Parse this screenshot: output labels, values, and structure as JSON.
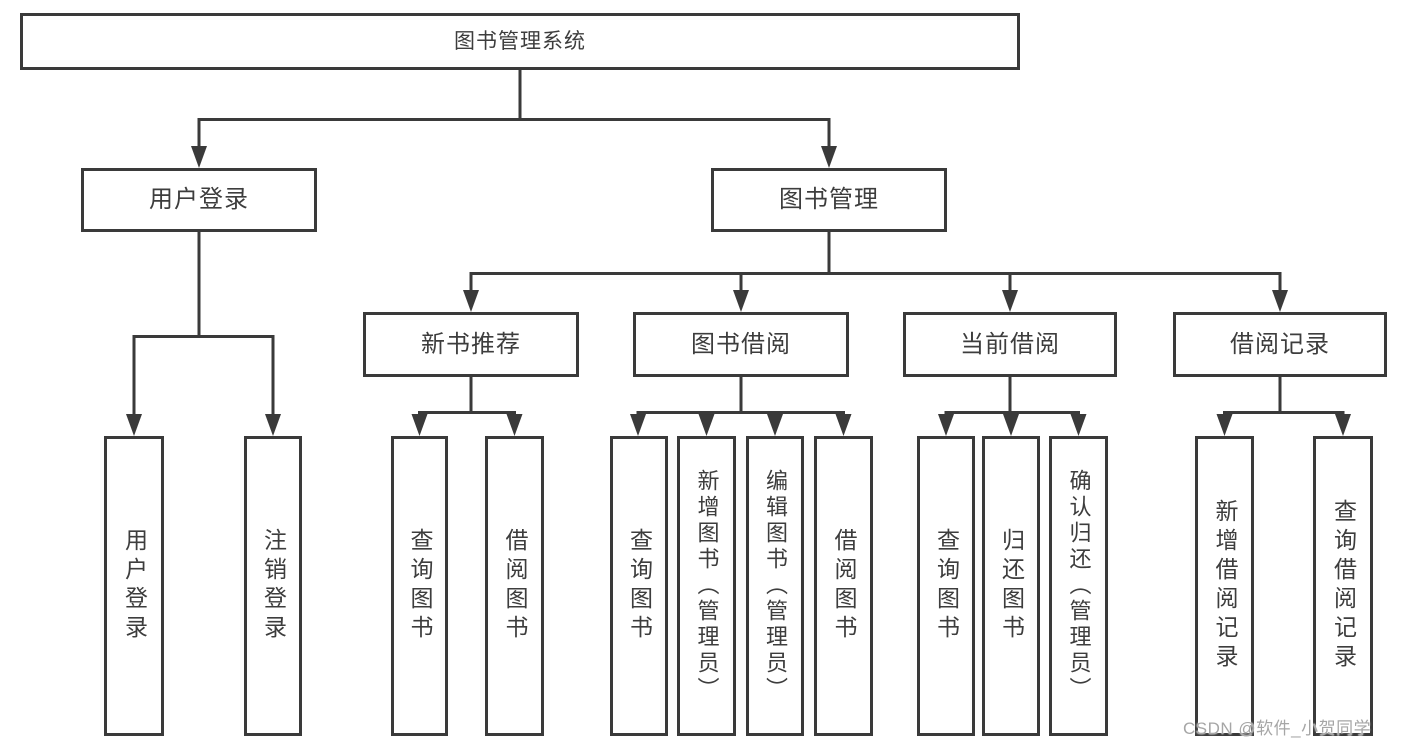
{
  "tree": {
    "label": "图书管理系统",
    "children": [
      {
        "label": "用户登录",
        "children": [
          {
            "label": "用户登录"
          },
          {
            "label": "注销登录"
          }
        ]
      },
      {
        "label": "图书管理",
        "children": [
          {
            "label": "新书推荐",
            "children": [
              {
                "label": "查询图书"
              },
              {
                "label": "借阅图书"
              }
            ]
          },
          {
            "label": "图书借阅",
            "children": [
              {
                "label": "查询图书"
              },
              {
                "label": "新增图书（管理员）"
              },
              {
                "label": "编辑图书（管理员）"
              },
              {
                "label": "借阅图书"
              }
            ]
          },
          {
            "label": "当前借阅",
            "children": [
              {
                "label": "查询图书"
              },
              {
                "label": "归还图书"
              },
              {
                "label": "确认归还（管理员）"
              }
            ]
          },
          {
            "label": "借阅记录",
            "children": [
              {
                "label": "新增借阅记录"
              },
              {
                "label": "查询借阅记录"
              }
            ]
          }
        ]
      }
    ]
  },
  "watermark": {
    "text": "CSDN @软件_小贺同学"
  },
  "colors": {
    "line": "#3a3a3a",
    "text": "#3d3d3d",
    "background": "#ffffff",
    "watermark": "#a6a6a6"
  }
}
